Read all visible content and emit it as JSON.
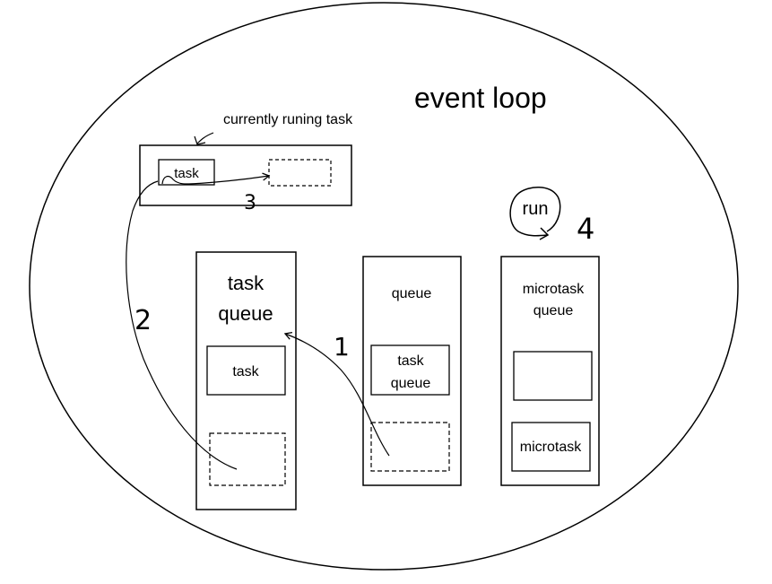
{
  "title": "event loop",
  "running_area": {
    "label": "currently runing task",
    "task_label": "task"
  },
  "queues": {
    "task_queue": {
      "title_line1": "task",
      "title_line2": "queue",
      "item_label": "task"
    },
    "queue": {
      "title": "queue",
      "item_line1": "task",
      "item_line2": "queue"
    },
    "microtask_queue": {
      "title_line1": "microtask",
      "title_line2": "queue",
      "item_label": "microtask"
    }
  },
  "steps": {
    "step1": "1",
    "step2": "2",
    "step3": "3",
    "step4": "4",
    "run_label": "run"
  },
  "colors": {
    "stroke": "#000000",
    "background": "#ffffff"
  }
}
